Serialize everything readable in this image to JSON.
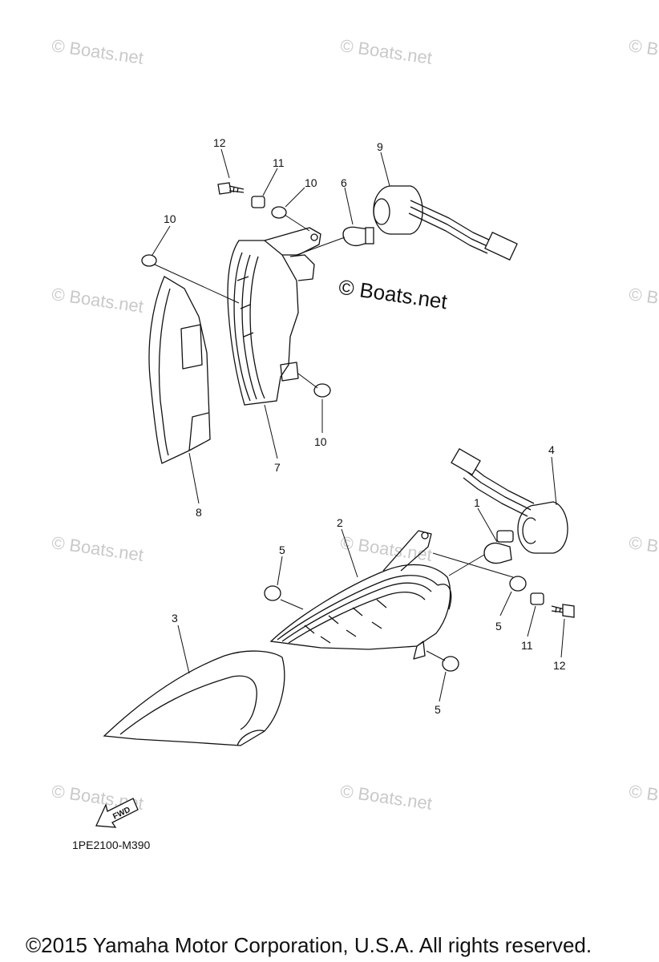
{
  "watermark": "© Boats.net",
  "center_brand": "© Boats.net",
  "diagram_code": "1PE2100-M390",
  "copyright": "©2015 Yamaha Motor Corporation, U.S.A. All rights reserved.",
  "fwd_label": "FWD",
  "callouts": {
    "c1": "1",
    "c2": "2",
    "c3": "3",
    "c4": "4",
    "c5a": "5",
    "c5b": "5",
    "c5c": "5",
    "c6": "6",
    "c7": "7",
    "c8": "8",
    "c9": "9",
    "c10a": "10",
    "c10b": "10",
    "c10c": "10",
    "c11a": "11",
    "c11b": "11",
    "c12a": "12",
    "c12b": "12"
  }
}
